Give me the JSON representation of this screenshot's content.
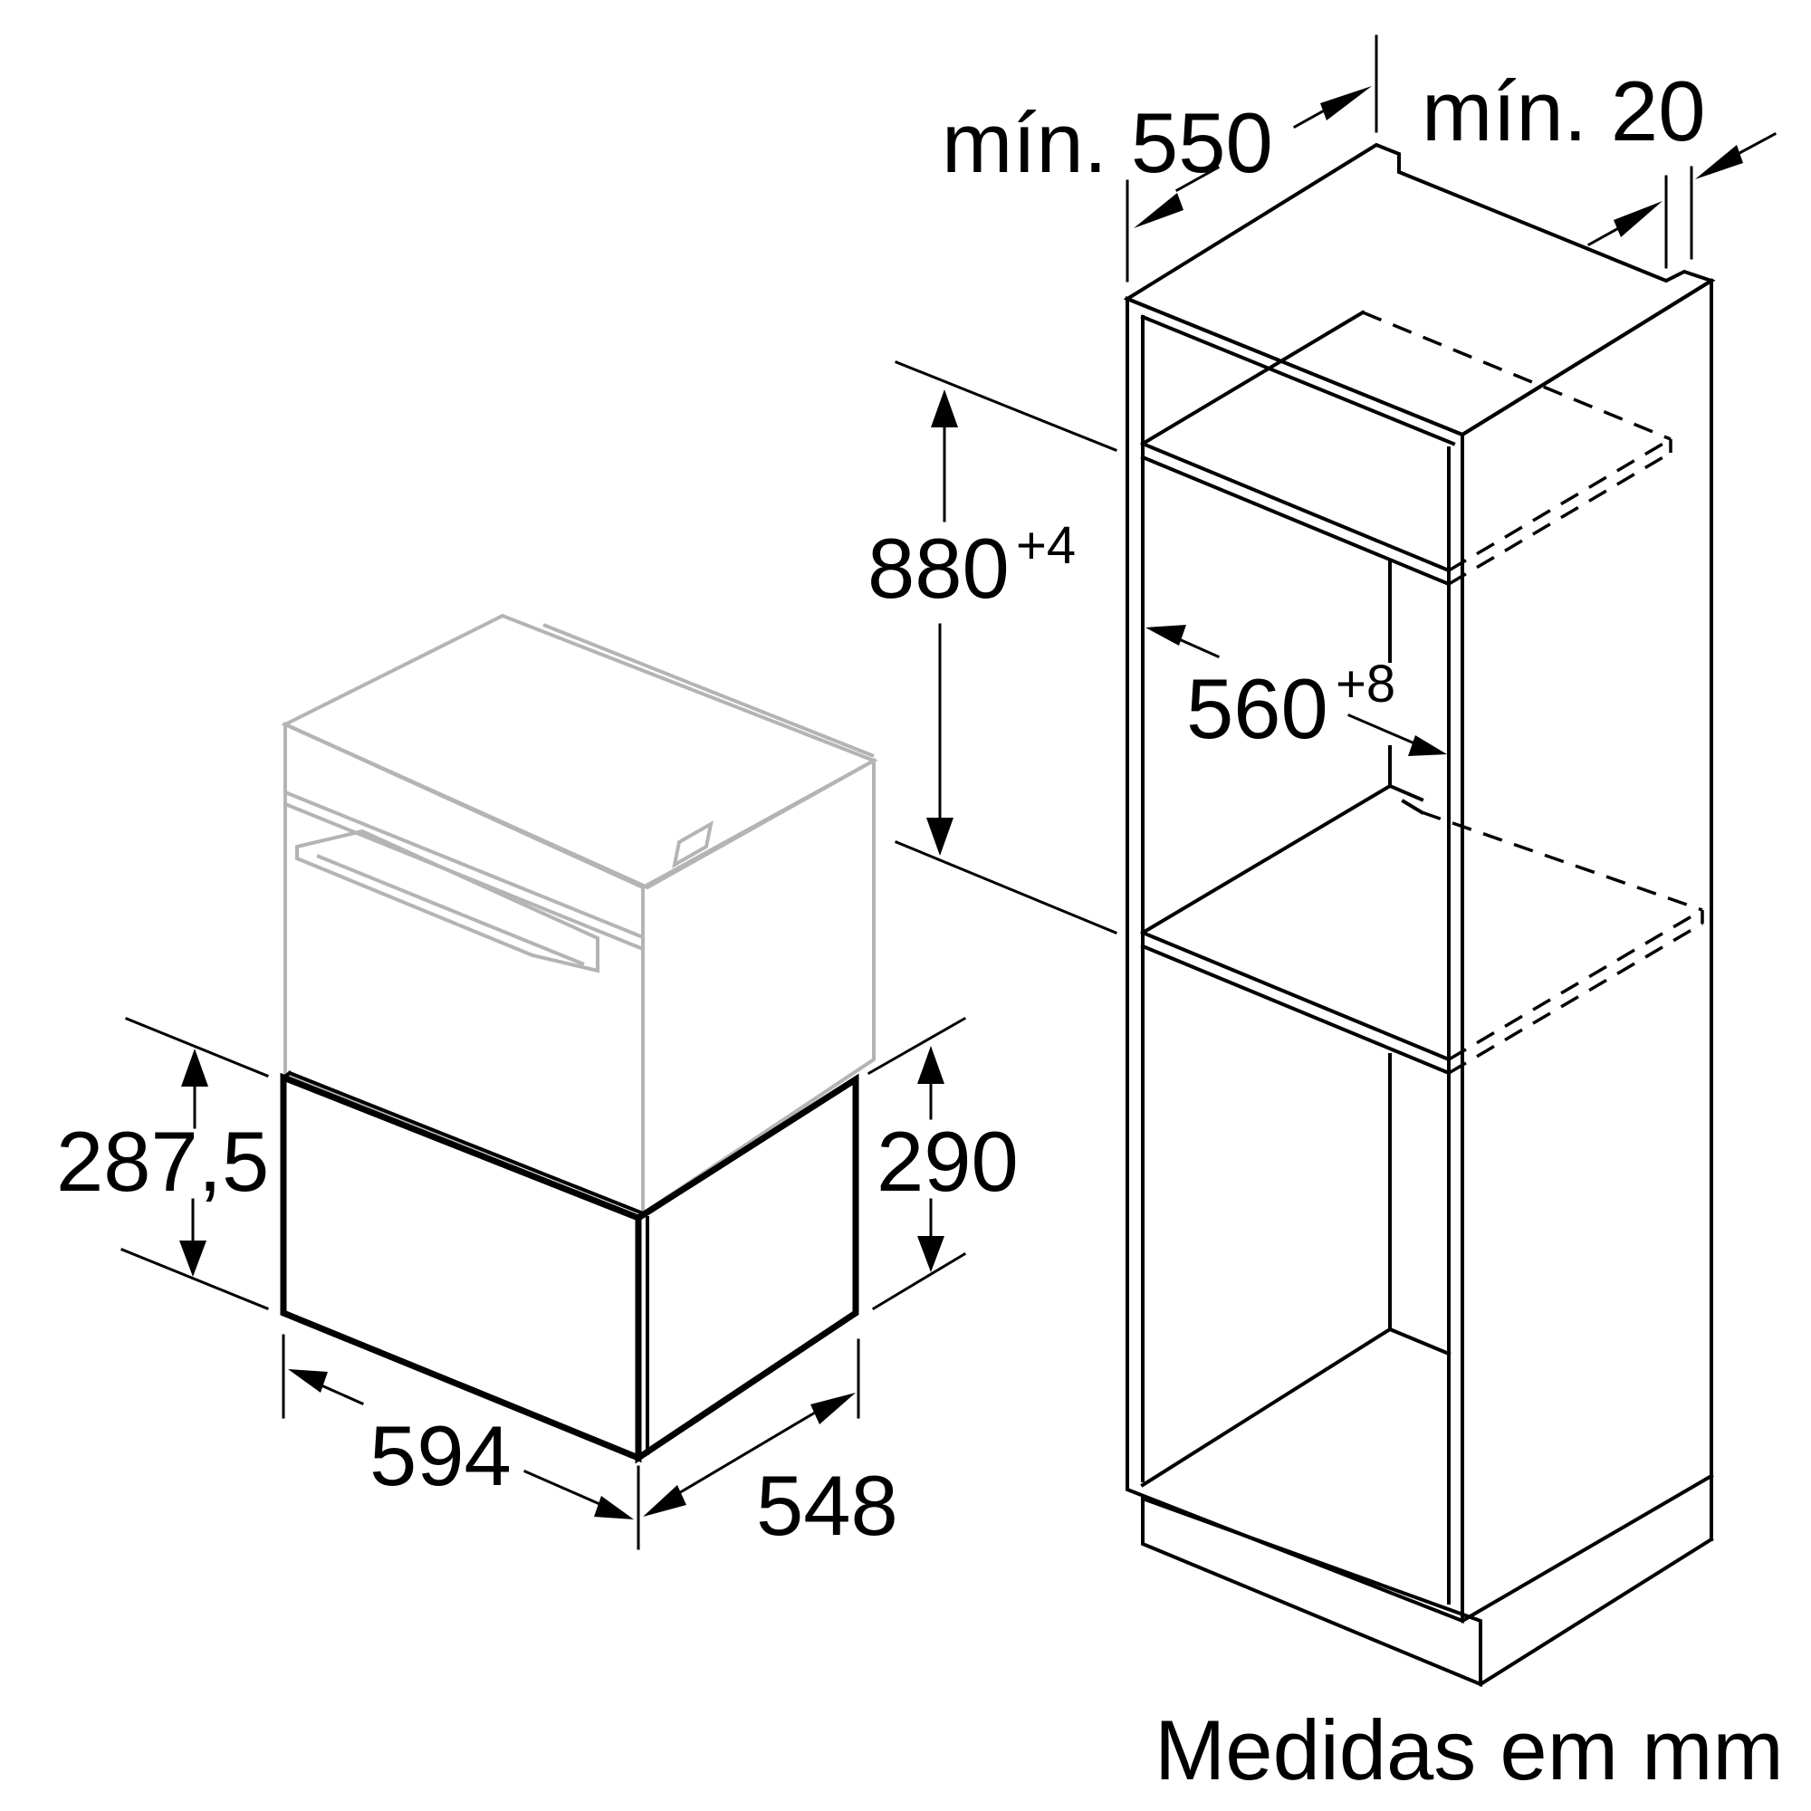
{
  "dimensions": {
    "niche_depth": "mín. 550",
    "gap": "mín. 20",
    "niche_height": "880",
    "niche_height_tolerance": "+4",
    "niche_width": "560",
    "niche_width_tolerance": "+8",
    "drawer_front_height": "287,5",
    "drawer_height": "290",
    "drawer_width": "594",
    "drawer_depth": "548"
  },
  "caption": "Medidas em mm"
}
